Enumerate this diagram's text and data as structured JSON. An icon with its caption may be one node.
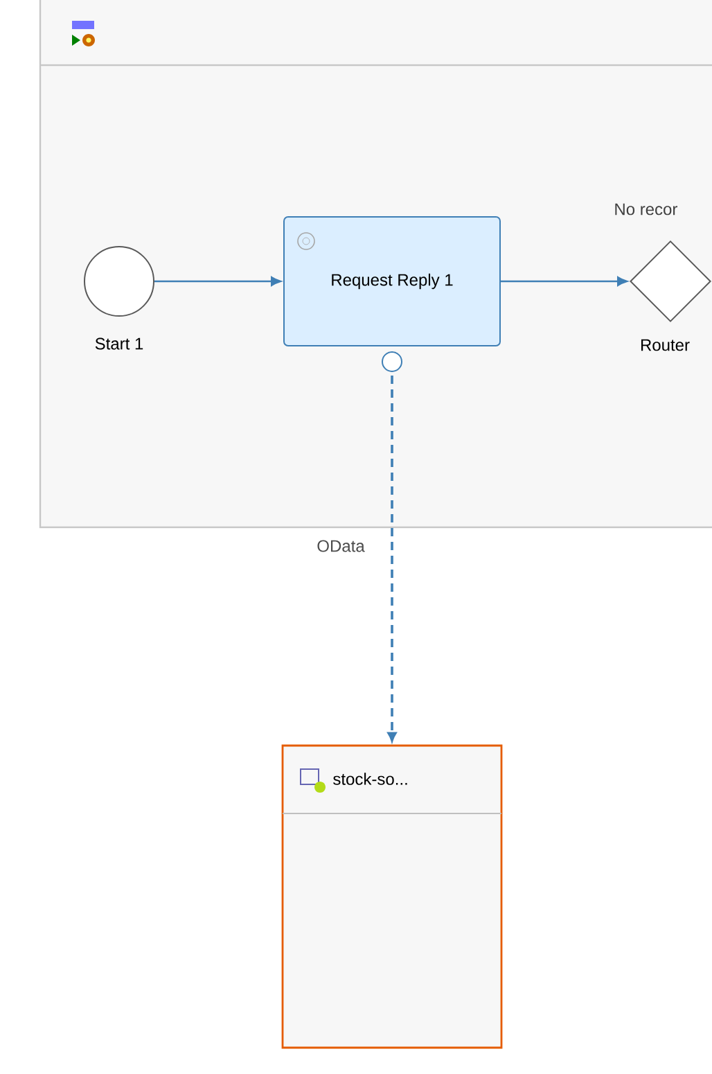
{
  "diagram": {
    "nodes": [
      {
        "text": [],
        "shape": "box"
      },
      {
        "text": [],
        "shape": "circle",
        "beside": [
          "Start 1"
        ],
        "in": 0
      },
      {
        "text": [
          "Request Reply 1"
        ],
        "in": 0
      },
      {
        "text": [],
        "shape": "diamond",
        "beside": [
          "Router"
        ],
        "in": 0
      },
      {
        "text": [
          "stock-so..."
        ]
      }
    ],
    "edges": [
      {
        "from": 1,
        "to": 2,
        "arrow": "to"
      },
      {
        "from": 2,
        "to": 3,
        "arrow": "to"
      },
      {
        "from": 2,
        "to": 4,
        "arrow": "to",
        "label": "OData",
        "style": "dashed"
      }
    ],
    "labels": [
      "No recor"
    ]
  }
}
